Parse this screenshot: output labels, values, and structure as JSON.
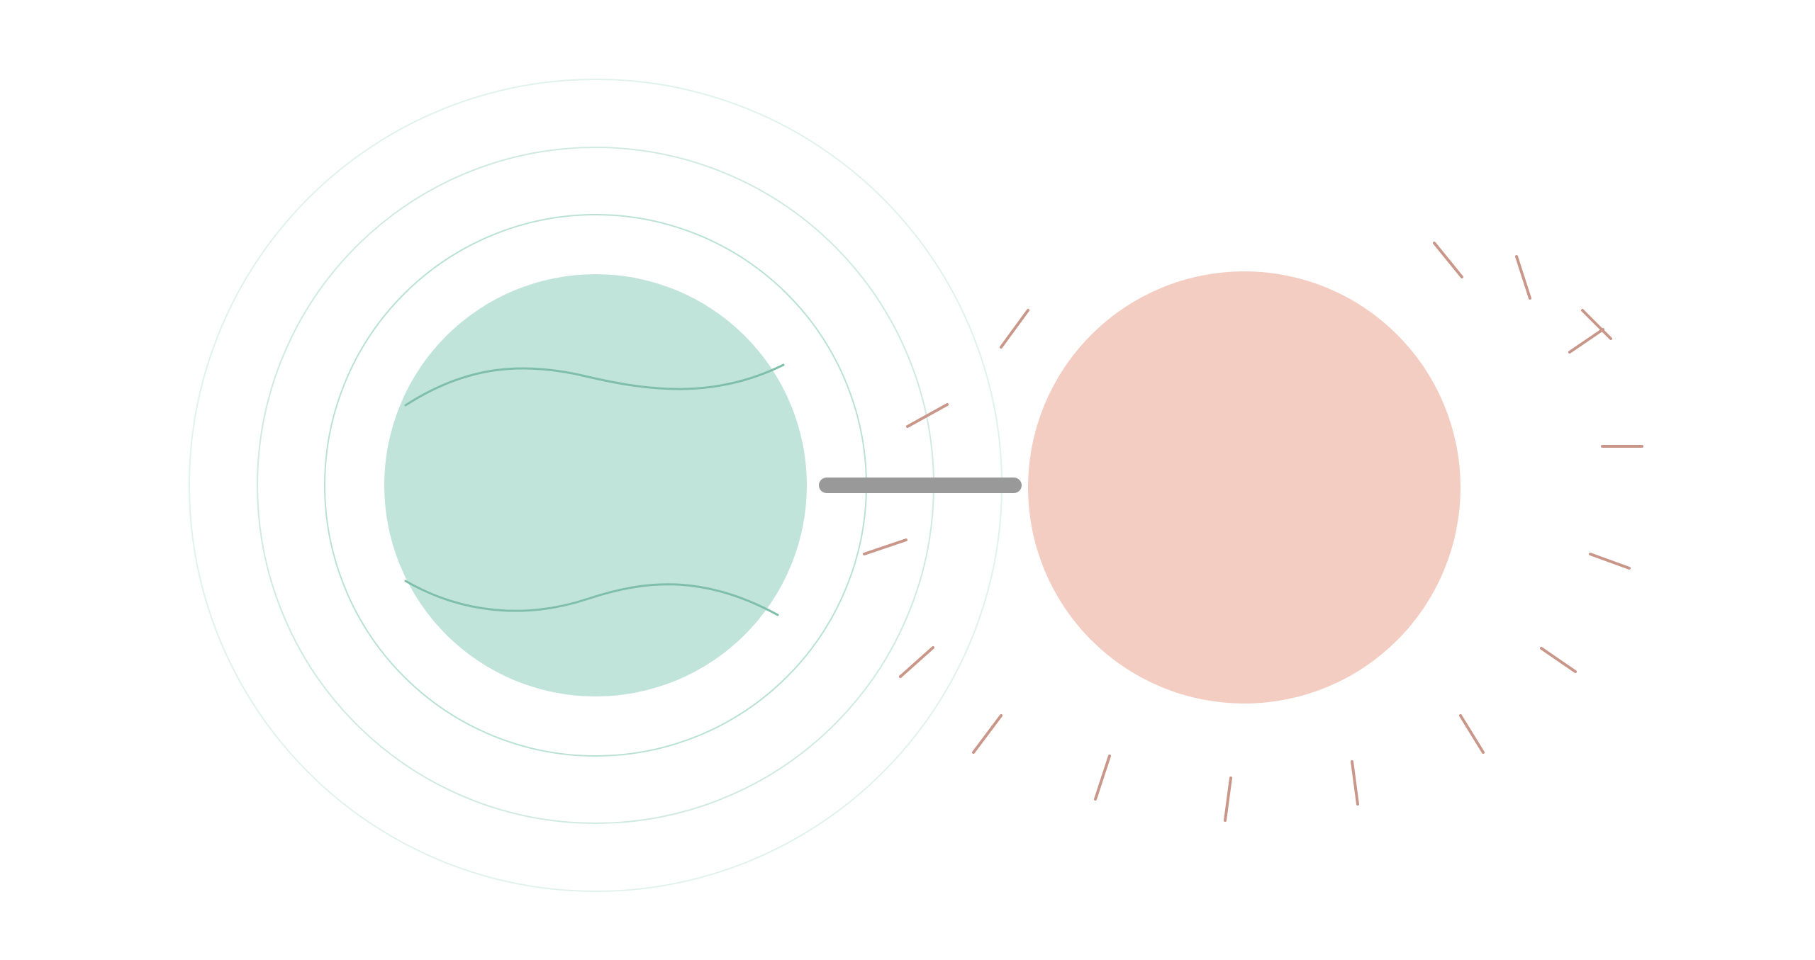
{
  "illustration": {
    "background": "#ffffff",
    "left_element": {
      "icon": "cool-sphere-with-waves",
      "fill_color": "#c1e4da",
      "ring_color": "#a9d9cc",
      "wave_color": "#7fbfaa",
      "ring_count": 3
    },
    "right_element": {
      "icon": "warm-sphere-with-rays",
      "fill_color": "#f3cdc2",
      "ray_color": "#c9968a"
    },
    "connector": {
      "icon": "gray-bar-connector",
      "color": "#999999"
    }
  }
}
